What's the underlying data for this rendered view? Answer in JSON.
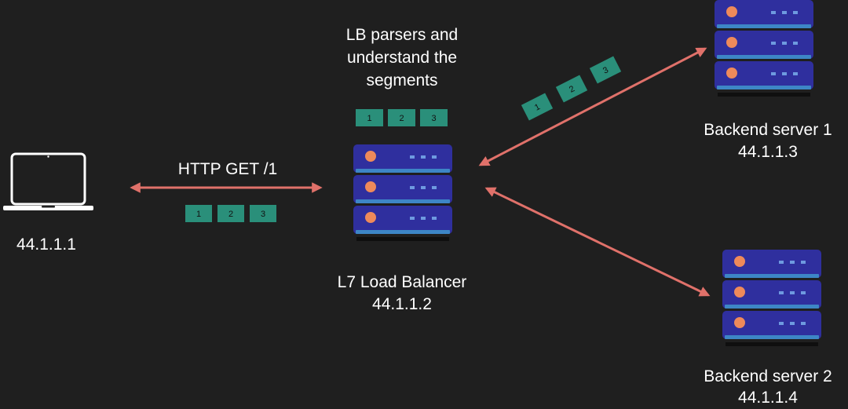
{
  "palette": {
    "background": "#1f1f1f",
    "arrow": "#e0716a",
    "segment_fill": "#2a8f7a",
    "server_body": "#2f2f9e",
    "server_base": "#3d86c6",
    "server_led": "#ee8a5a",
    "server_dot": "#6e9ae0",
    "laptop_stroke": "#ffffff"
  },
  "client": {
    "icon": "laptop-icon",
    "ip": "44.1.1.1"
  },
  "request": {
    "label": "HTTP GET /1",
    "segments": [
      "1",
      "2",
      "3"
    ]
  },
  "load_balancer": {
    "icon": "server-rack-icon",
    "note": "LB parsers and\nunderstand the\nsegments",
    "segments": [
      "1",
      "2",
      "3"
    ],
    "name": "L7 Load Balancer",
    "ip": "44.1.1.2"
  },
  "backend1": {
    "icon": "server-rack-icon",
    "name": "Backend server 1",
    "ip": "44.1.1.3",
    "segments": [
      "1",
      "2",
      "3"
    ]
  },
  "backend2": {
    "icon": "server-rack-icon",
    "name": "Backend server 2",
    "ip": "44.1.1.4"
  }
}
